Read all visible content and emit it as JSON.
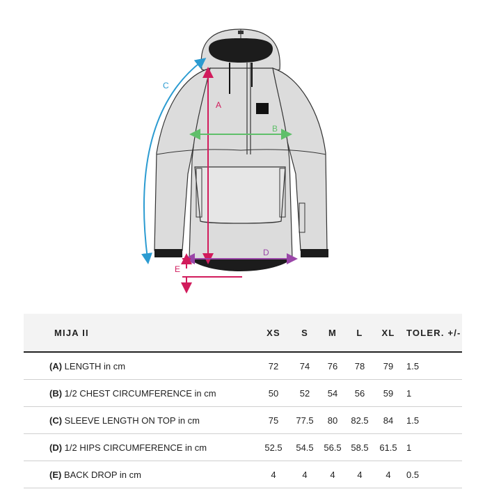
{
  "diagram": {
    "labels": {
      "a": "A",
      "b": "B",
      "c": "C",
      "d": "D",
      "e": "E"
    },
    "colors": {
      "a": "#d11b5c",
      "b": "#5fbf6a",
      "c": "#2b9bd1",
      "d": "#9a46a8",
      "e": "#d11b5c"
    }
  },
  "table": {
    "product": "MIJA II",
    "sizes": [
      "XS",
      "S",
      "M",
      "L",
      "XL"
    ],
    "tolerance_label": "TOLER. +/-",
    "rows": [
      {
        "code": "(A)",
        "label": "LENGTH in cm",
        "values": [
          "72",
          "74",
          "76",
          "78",
          "79"
        ],
        "tol": "1.5"
      },
      {
        "code": "(B)",
        "label": "1/2 CHEST CIRCUMFERENCE in cm",
        "values": [
          "50",
          "52",
          "54",
          "56",
          "59"
        ],
        "tol": "1"
      },
      {
        "code": "(C)",
        "label": "SLEEVE LENGTH ON TOP in cm",
        "values": [
          "75",
          "77.5",
          "80",
          "82.5",
          "84"
        ],
        "tol": "1.5"
      },
      {
        "code": "(D)",
        "label": "1/2 HIPS CIRCUMFERENCE in cm",
        "values": [
          "52.5",
          "54.5",
          "56.5",
          "58.5",
          "61.5"
        ],
        "tol": "1"
      },
      {
        "code": "(E)",
        "label": "BACK DROP in cm",
        "values": [
          "4",
          "4",
          "4",
          "4",
          "4"
        ],
        "tol": "0.5"
      }
    ]
  }
}
